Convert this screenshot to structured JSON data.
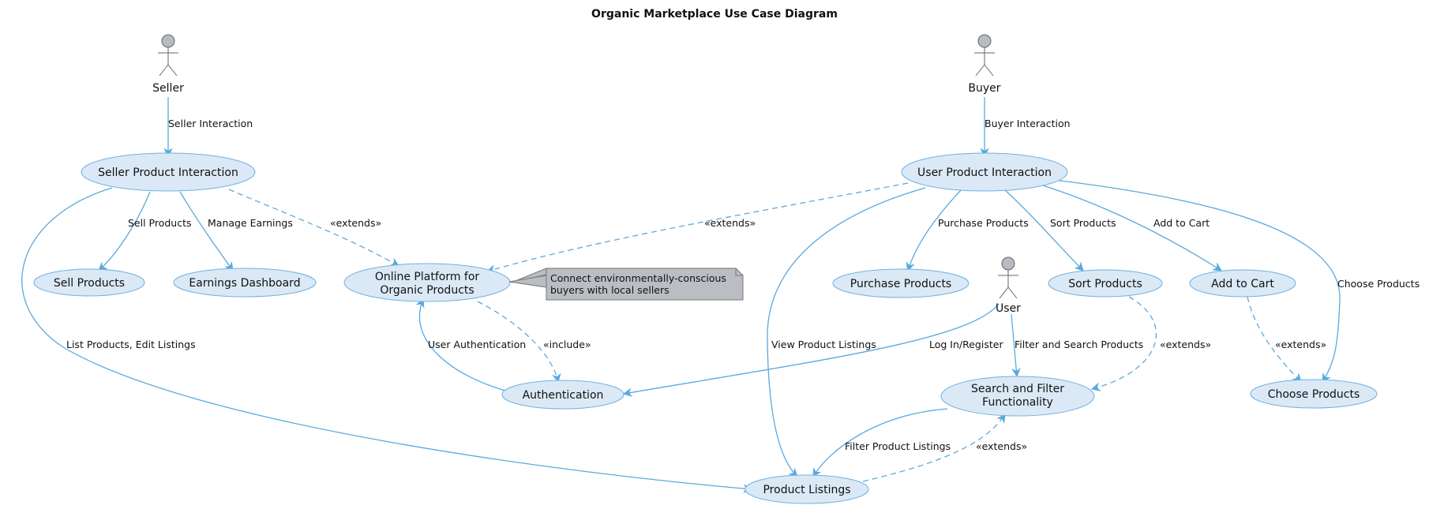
{
  "title": "Organic Marketplace Use Case Diagram",
  "actors": {
    "seller": "Seller",
    "buyer": "Buyer",
    "user": "User"
  },
  "use_cases": {
    "seller_product_interaction": "Seller Product Interaction",
    "sell_products": "Sell Products",
    "earnings_dashboard": "Earnings Dashboard",
    "online_platform": [
      "Online Platform for",
      "Organic Products"
    ],
    "authentication": "Authentication",
    "product_listings": "Product Listings",
    "user_product_interaction": "User Product Interaction",
    "purchase_products": "Purchase Products",
    "sort_products": "Sort Products",
    "add_to_cart": "Add to Cart",
    "search_filter": [
      "Search and Filter",
      "Functionality"
    ],
    "choose_products": "Choose Products"
  },
  "note": [
    "Connect environmentally-conscious",
    "buyers with local sellers"
  ],
  "edge_labels": {
    "seller_interaction": "Seller Interaction",
    "buyer_interaction": "Buyer Interaction",
    "sell_products": "Sell Products",
    "manage_earnings": "Manage Earnings",
    "extends_seller_platform": "«extends»",
    "extends_user_platform": "«extends»",
    "list_edit": "List Products, Edit Listings",
    "user_authentication": "User Authentication",
    "include": "«include»",
    "view_listings": "View Product Listings",
    "purchase_products": "Purchase Products",
    "sort_products": "Sort Products",
    "add_to_cart": "Add to Cart",
    "choose_products": "Choose Products",
    "login_register": "Log In/Register",
    "filter_search": "Filter and Search Products",
    "extends_sort_search": "«extends»",
    "extends_cart_choose": "«extends»",
    "filter_listings": "Filter Product Listings",
    "extends_listings_search": "«extends»"
  }
}
